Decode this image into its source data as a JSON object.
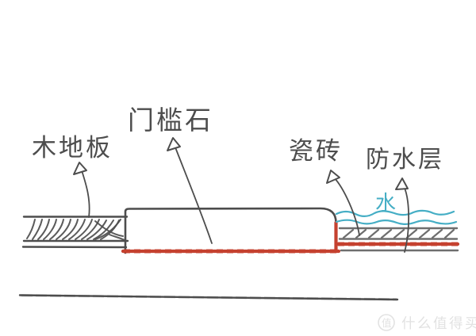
{
  "diagram": {
    "labels": {
      "wood_floor": "木地板",
      "threshold_stone": "门槛石",
      "tile": "瓷砖",
      "waterproof": "防水层",
      "water": "水"
    },
    "colors": {
      "ink": "#4d4d4d",
      "red": "#c5412f",
      "cyan": "#45aec5",
      "tile": "#6e6e6e",
      "wm": "#e2e2e2",
      "bg": "#ffffff"
    }
  },
  "watermark": {
    "logo": "值",
    "text": "什么值得买"
  }
}
